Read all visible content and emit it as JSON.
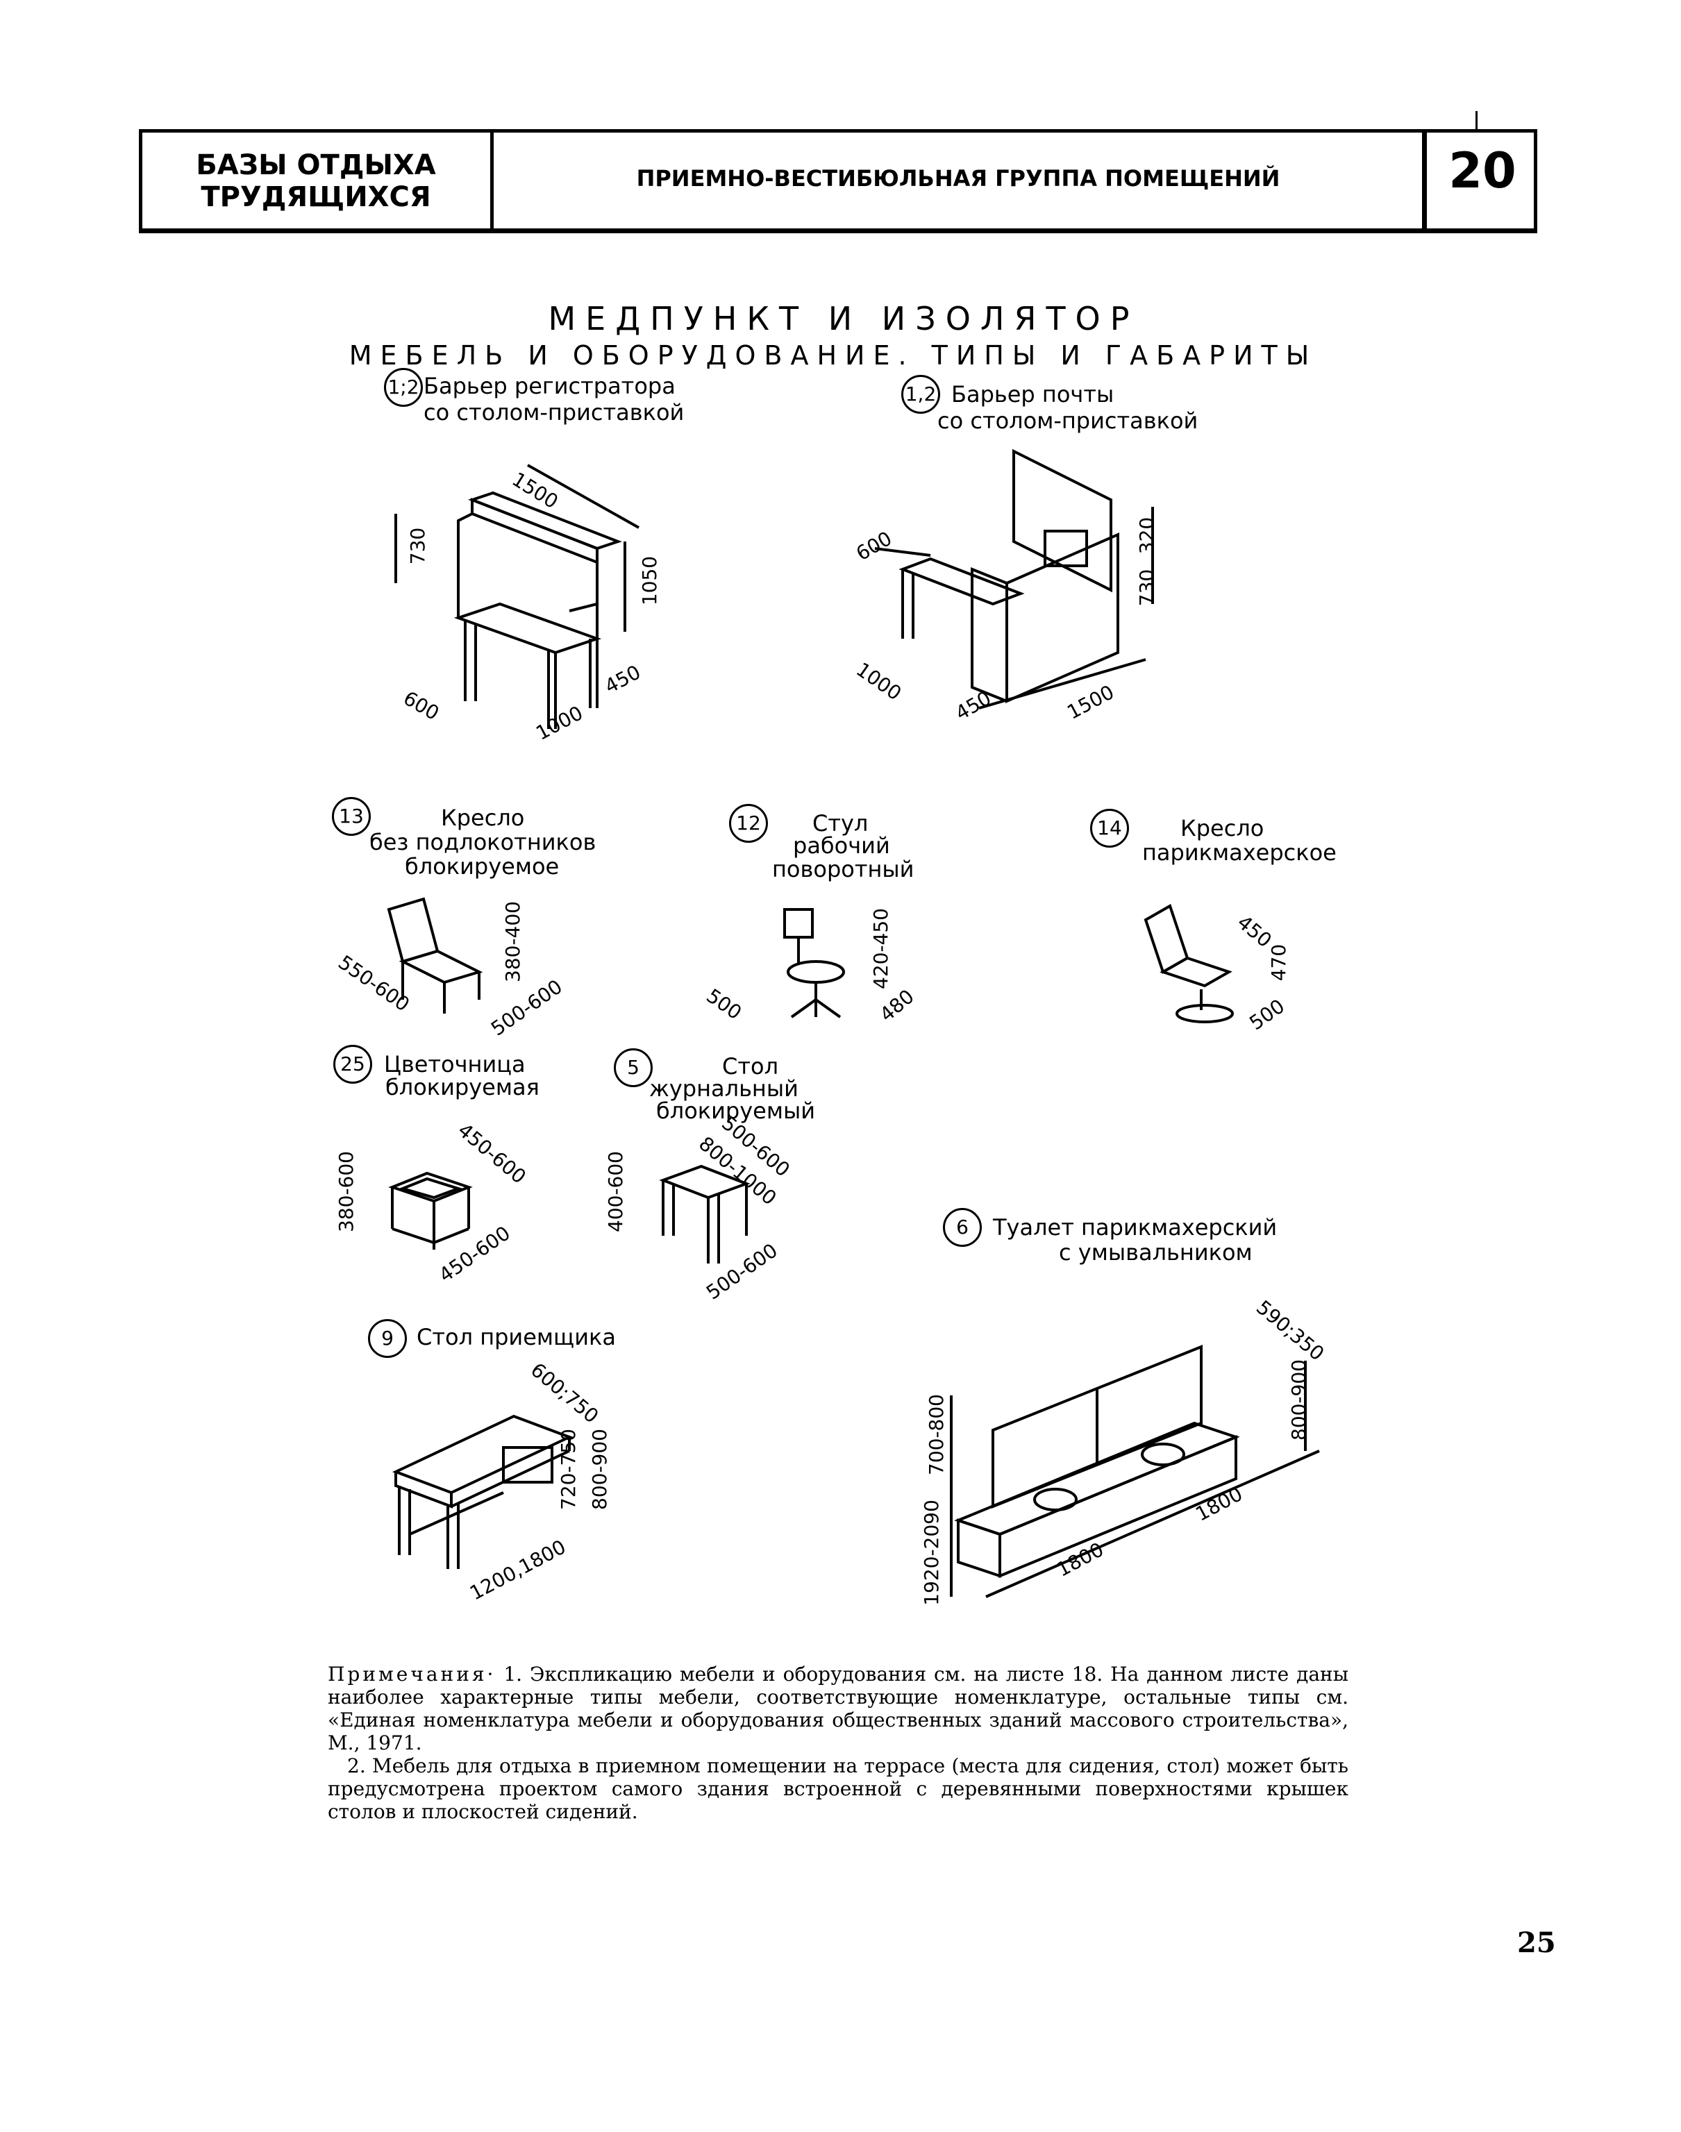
{
  "header": {
    "left_title_line1": "БАЗЫ ОТДЫХА",
    "left_title_line2": "ТРУДЯЩИХСЯ",
    "center_title": "ПРИЕМНО-ВЕСТИБЮЛЬНАЯ ГРУППА ПОМЕЩЕНИЙ",
    "sheet_number": "20"
  },
  "main_title": "МЕДПУНКТ И ИЗОЛЯТОР",
  "sub_title": "МЕБЕЛЬ И ОБОРУДОВАНИЕ. ТИПЫ И ГАБАРИТЫ",
  "items": {
    "reg_barrier": {
      "num": "1;2",
      "line1": "Барьер регистратора",
      "line2": "со столом-приставкой",
      "dims": {
        "w": "1500",
        "h1": "730",
        "h2": "1050",
        "d1": "600",
        "d2": "1000",
        "d3": "450"
      }
    },
    "post_barrier": {
      "num": "1,2",
      "line1": "Барьер почты",
      "line2": "со столом-приставкой",
      "dims": {
        "w": "1500",
        "d1": "600",
        "d2": "1000",
        "d3": "450",
        "h1": "320",
        "h2": "730"
      }
    },
    "chair_13": {
      "num": "13",
      "line1": "Кресло",
      "line2": "без подлокотников",
      "line3": "блокируемое",
      "dims": {
        "a": "550-600",
        "b": "500-600",
        "h": "380-400"
      }
    },
    "chair_12": {
      "num": "12",
      "line1": "Стул",
      "line2": "рабочий",
      "line3": "поворотный",
      "dims": {
        "a": "500",
        "b": "480",
        "h": "420-450"
      }
    },
    "chair_14": {
      "num": "14",
      "line1": "Кресло",
      "line2": "парикмахерское",
      "dims": {
        "a": "450",
        "b": "470",
        "c": "500"
      }
    },
    "flower_25": {
      "num": "25",
      "line1": "Цветочница",
      "line2": "блокируемая",
      "dims": {
        "a": "450-600",
        "b": "450-600",
        "h": "380-600"
      }
    },
    "table_5": {
      "num": "5",
      "line1": "Стол",
      "line2": "журнальный",
      "line3": "блокируемый",
      "dims": {
        "a": "500-600",
        "b": "800-1000",
        "c": "500-600",
        "h": "400-600"
      }
    },
    "toilet_6": {
      "num": "6",
      "line1": "Туалет парикмахерский",
      "line2": "с умывальником",
      "dims": {
        "a": "590;350",
        "b": "800-900",
        "c": "700-800",
        "d": "1920-2090",
        "e": "1800",
        "f": "1800"
      }
    },
    "table_9": {
      "num": "9",
      "line1": "Стол приемщика",
      "dims": {
        "a": "600;750",
        "b": "720-750",
        "c": "800-900",
        "d": "1200,1800"
      }
    }
  },
  "notes": {
    "label": "Примечания·",
    "note1": " 1. Экспликацию мебели и оборудования см. на листе 18. На данном листе даны наиболее характерные типы мебели, соответствующие номенклатуре, остальные типы см. «Единая номенклатура мебели и оборудования общественных зданий массового строительства», М., 1971.",
    "note2": "2. Мебель для отдыха в приемном помещении на террасе (места для сидения, стол) может быть предусмотрена проектом самого здания встроенной с деревянными поверхностями крышек столов и плоскостей сидений."
  },
  "page_number": "25"
}
